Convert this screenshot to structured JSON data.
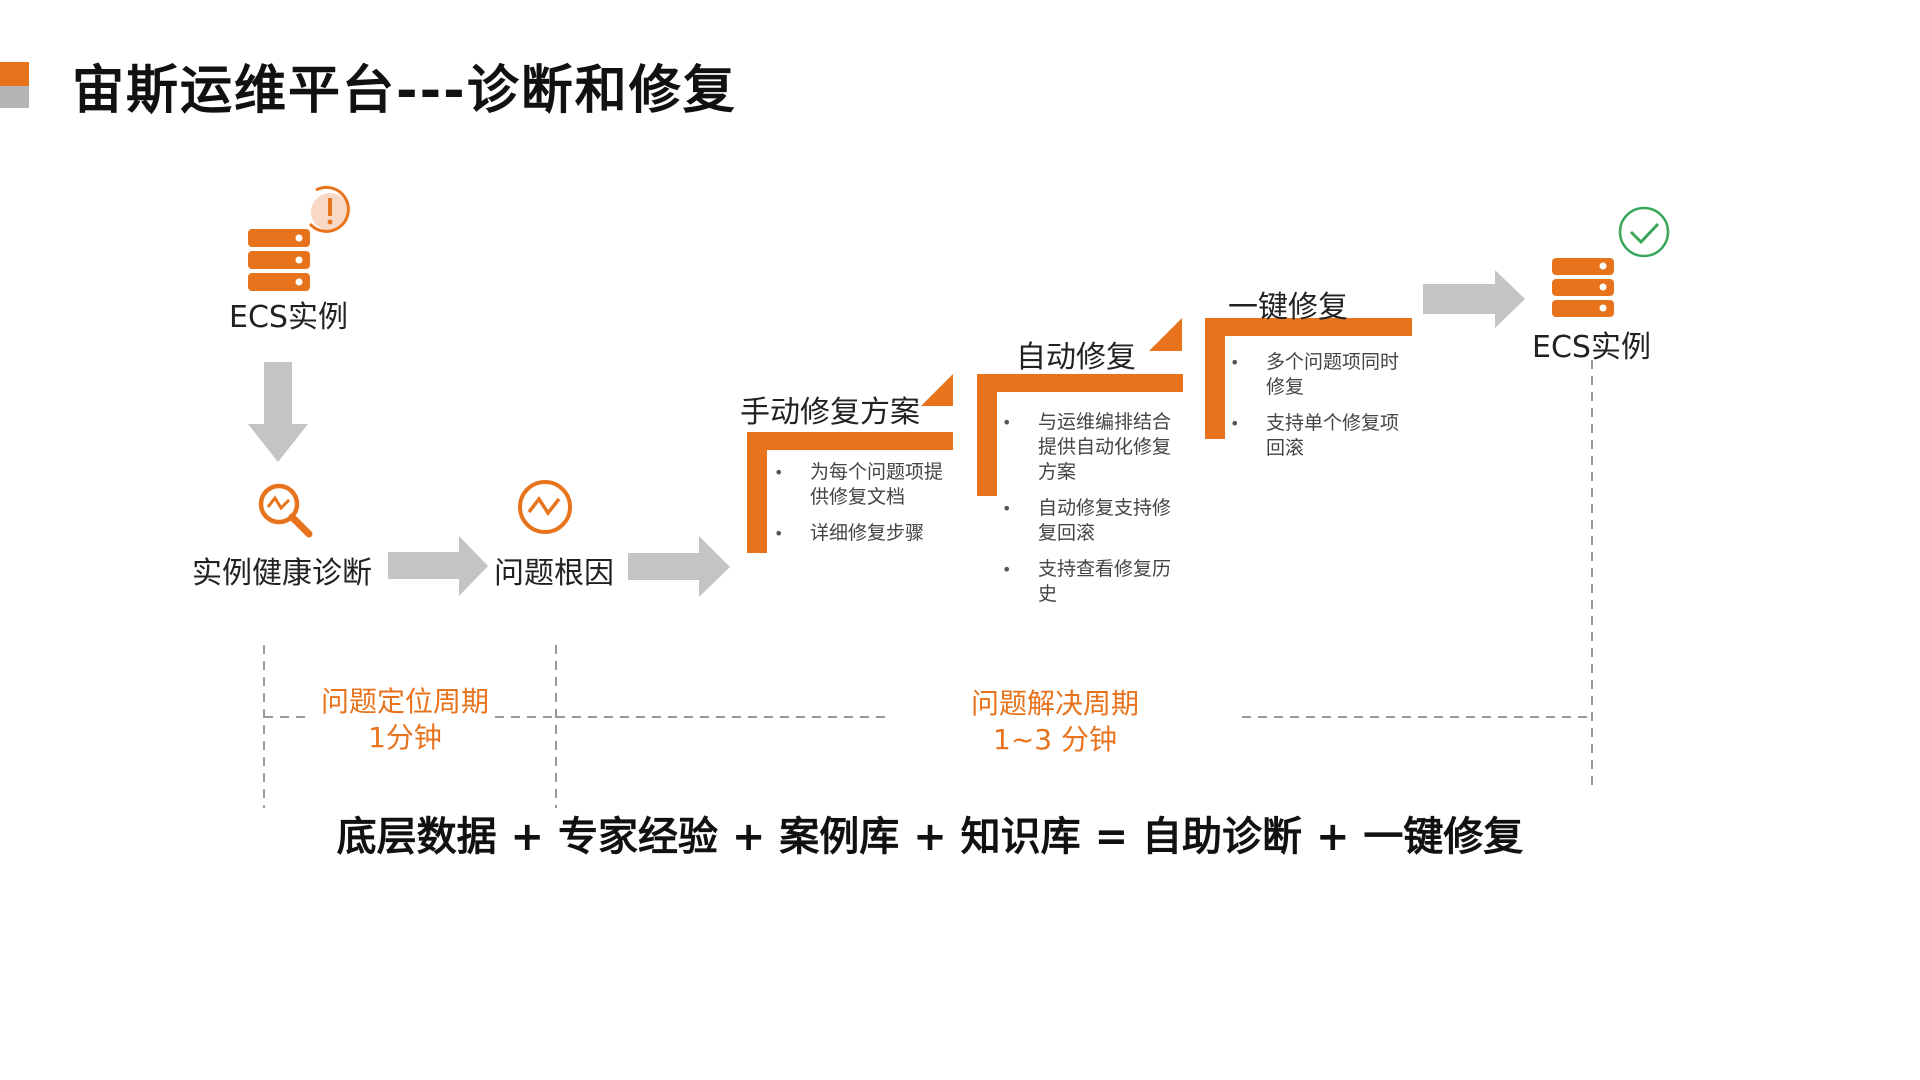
{
  "title": "宙斯运维平台---诊断和修复",
  "colors": {
    "accent": "#e8731d",
    "gray": "#b5b5b5",
    "alert_bg": "#f8d9c6",
    "check": "#3aa657"
  },
  "icons": {
    "start_server": "server-stack-icon",
    "alert": "exclamation-circle-icon",
    "diagnosis": "magnifier-chart-icon",
    "root_cause": "trend-circle-icon",
    "end_server": "server-stack-icon",
    "check": "check-circle-icon"
  },
  "nodes": {
    "start_instance": "ECS实例",
    "diagnosis": "实例健康诊断",
    "root_cause": "问题根因",
    "end_instance": "ECS实例"
  },
  "steps": [
    {
      "title": "手动修复方案",
      "bullets": [
        "为每个问题项提供修复文档",
        "详细修复步骤"
      ]
    },
    {
      "title": "自动修复",
      "bullets": [
        "与运维编排结合提供自动化修复方案",
        "自动修复支持修复回滚",
        "支持查看修复历史"
      ]
    },
    {
      "title": "一键修复",
      "bullets": [
        "多个问题项同时修复",
        "支持单个修复项回滚"
      ]
    }
  ],
  "periods": {
    "locate": {
      "label": "问题定位周期",
      "duration": "1分钟"
    },
    "resolve": {
      "label": "问题解决周期",
      "duration": "1~3 分钟"
    }
  },
  "formula": "底层数据 + 专家经验 + 案例库 + 知识库 = 自助诊断 + 一键修复"
}
